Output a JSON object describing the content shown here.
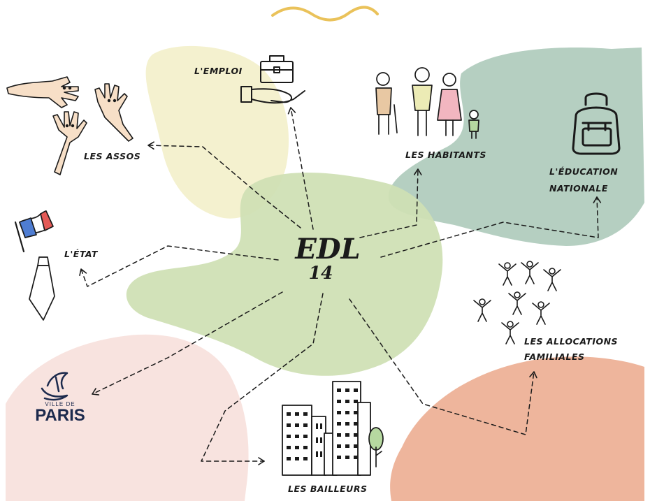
{
  "diagram": {
    "center": {
      "line1": "EDL",
      "line2": "14"
    },
    "nodes": [
      {
        "id": "emploi",
        "label": "L'EMPLOI"
      },
      {
        "id": "assos",
        "label": "LES ASSOS"
      },
      {
        "id": "habitants",
        "label": "LES HABITANTS"
      },
      {
        "id": "education",
        "label_line1": "L'ÉDUCATION",
        "label_line2": "NATIONALE"
      },
      {
        "id": "etat",
        "label": "L'ÉTAT"
      },
      {
        "id": "allocations",
        "label_line1": "LES ALLOCATIONS",
        "label_line2": "FAMILIALES"
      },
      {
        "id": "bailleurs",
        "label": "LES BAILLEURS"
      }
    ],
    "paris_logo": {
      "line1": "VILLE DE",
      "line2": "PARIS"
    },
    "colors": {
      "green_blob": "#cfe0b4",
      "yellow_blob": "#f4f1cf",
      "teal_blob": "#b5cfc1",
      "pink_blob": "#f8e3df",
      "orange_blob": "#eeb59c",
      "wave": "#eac25a",
      "ink": "#1a1a1a",
      "paris_blue": "#1c2a4d"
    },
    "icons": [
      "wave-ornament",
      "briefcase-hand-icon",
      "waving-hands-icon",
      "family-icon",
      "backpack-icon",
      "flag-icon",
      "tie-icon",
      "people-group-icon",
      "paris-logo-icon",
      "buildings-icon",
      "tree-icon"
    ]
  }
}
